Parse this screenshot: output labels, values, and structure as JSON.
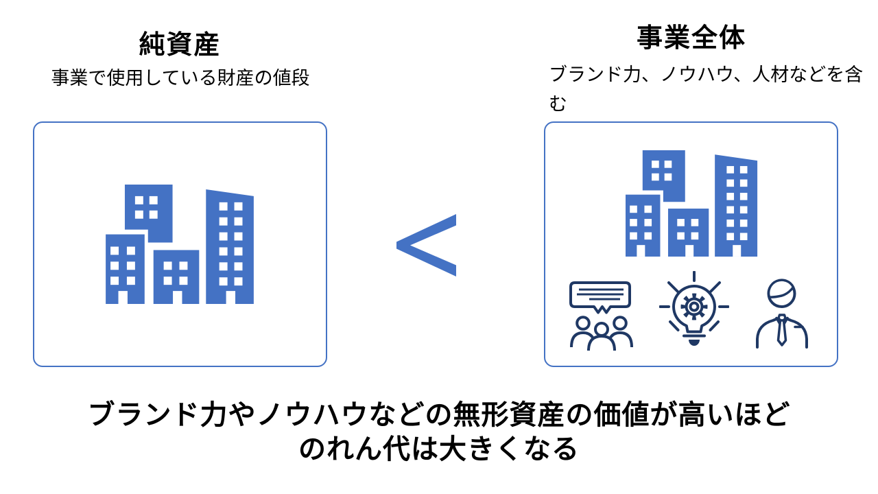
{
  "colors": {
    "accent_blue": "#4472C4",
    "outline_navy": "#1F3864",
    "text": "#000000",
    "background": "#FFFFFF"
  },
  "left_panel": {
    "title": "純資産",
    "subtitle": "事業で使用している財産の値段",
    "icon": "buildings-icon"
  },
  "right_panel": {
    "title": "事業全体",
    "subtitle": "ブランド力、ノウハウ、人材などを含む",
    "icons": [
      "buildings-icon",
      "discussion-icon",
      "idea-lightbulb-icon",
      "businessman-icon"
    ]
  },
  "comparison": {
    "operator": "<",
    "meaning": "left is less than right"
  },
  "caption": {
    "line1": "ブランド力やノウハウなどの無形資産の価値が高いほど",
    "line2": "のれん代は大きくなる"
  }
}
